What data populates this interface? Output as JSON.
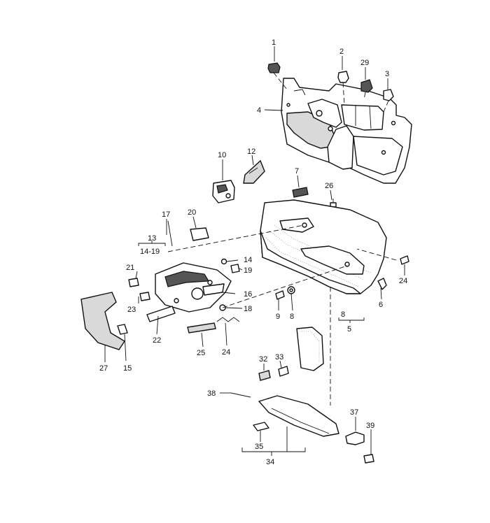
{
  "labels": {
    "p1": "1",
    "p2": "2",
    "p29": "29",
    "p3": "3",
    "p4": "4",
    "p10": "10",
    "p12": "12",
    "p7": "7",
    "p26": "26",
    "p17": "17",
    "p20": "20",
    "p13": "13",
    "p14_19": "14-19",
    "p21": "21",
    "p14": "14",
    "p19": "19",
    "p16": "16",
    "p18": "18",
    "p23": "23",
    "p22": "22",
    "p25": "25",
    "p24a": "24",
    "p24b": "24",
    "p27": "27",
    "p15": "15",
    "p9": "9",
    "p8a": "8",
    "p8b": "8",
    "p5": "5",
    "p6": "6",
    "p32": "32",
    "p33": "33",
    "p38": "38",
    "p35": "35",
    "p34": "34",
    "p37": "37",
    "p39": "39"
  }
}
